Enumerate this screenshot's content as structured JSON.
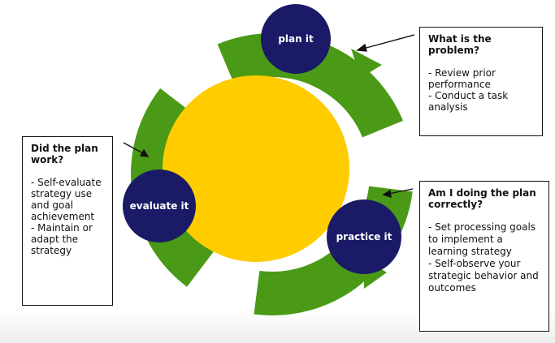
{
  "nodes": {
    "plan": "plan it",
    "practice": "practice it",
    "evaluate": "evaluate it"
  },
  "boxes": {
    "problem": {
      "question": "What is the problem?",
      "bullets": [
        "- Review prior performance",
        "- Conduct a task analysis"
      ]
    },
    "correct": {
      "question": "Am I doing the plan correctly?",
      "bullets": [
        "- Set processing goals to implement a learning strategy",
        "- Self-observe your strategic behavior and outcomes"
      ]
    },
    "work": {
      "question": "Did the plan work?",
      "bullets": [
        "- Self-evaluate strategy use and goal achievement",
        "- Maintain or adapt the strategy"
      ]
    }
  },
  "colors": {
    "ring": "#4a9a17",
    "center": "#ffcc00",
    "node": "#1a1a66",
    "border": "#111111"
  }
}
